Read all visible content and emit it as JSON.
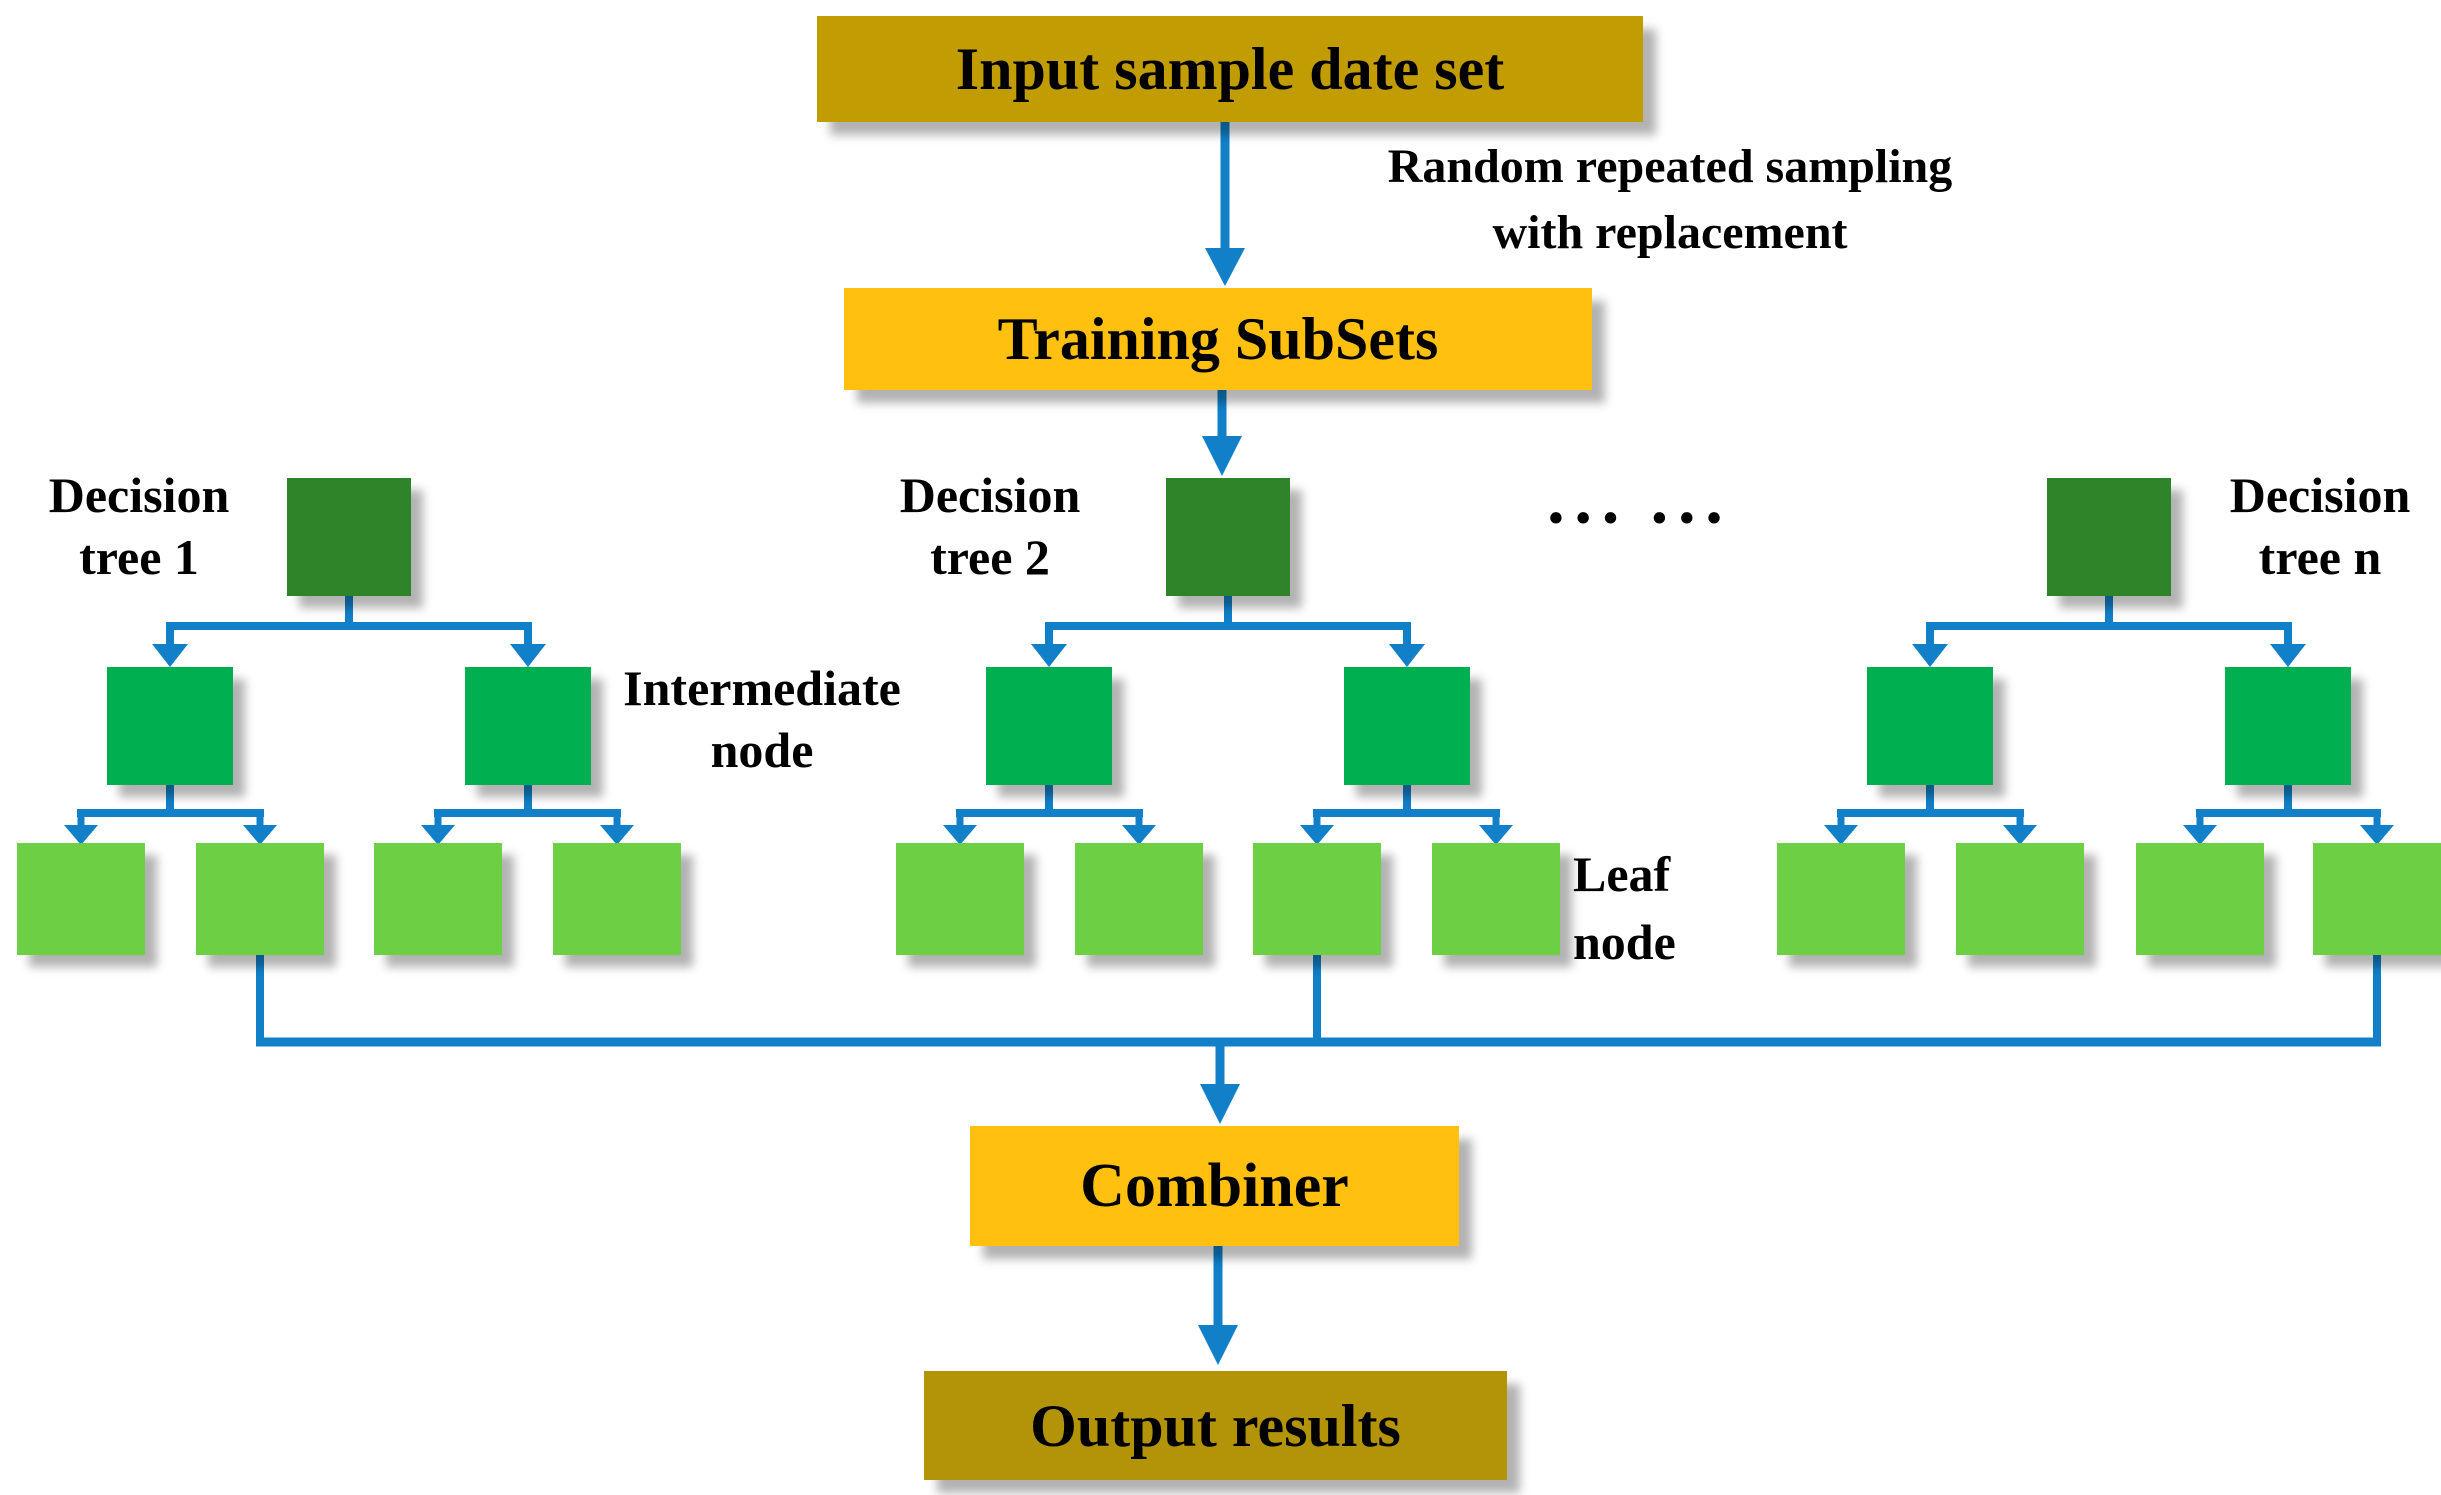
{
  "title": "Random forest architecture diagram",
  "colors": {
    "background": "#FFFFFF",
    "text": "#000000",
    "olive_top": "#C19D03",
    "olive_bottom": "#B39409",
    "yellow": "#FFC010",
    "root_green": "#2F8328",
    "intermediate_green": "#00AF50",
    "leaf_green": "#6DCF44",
    "arrow_blue": "#1180C8"
  },
  "flow": {
    "input_box": "Input sample date set",
    "sampling_note_line1": "Random repeated sampling",
    "sampling_note_line2": "with replacement",
    "training_box": "Training SubSets",
    "combiner_box": "Combiner",
    "output_box": "Output results"
  },
  "trees": [
    {
      "label_line1": "Decision",
      "label_line2": "tree 1"
    },
    {
      "label_line1": "Decision",
      "label_line2": "tree 2"
    },
    {
      "label_line1": "Decision",
      "label_line2": "tree n"
    }
  ],
  "ellipsis": "··· ···",
  "annotations": {
    "intermediate_line1": "Intermediate",
    "intermediate_line2": "node",
    "leaf_line1": "Leaf",
    "leaf_line2": "node"
  }
}
